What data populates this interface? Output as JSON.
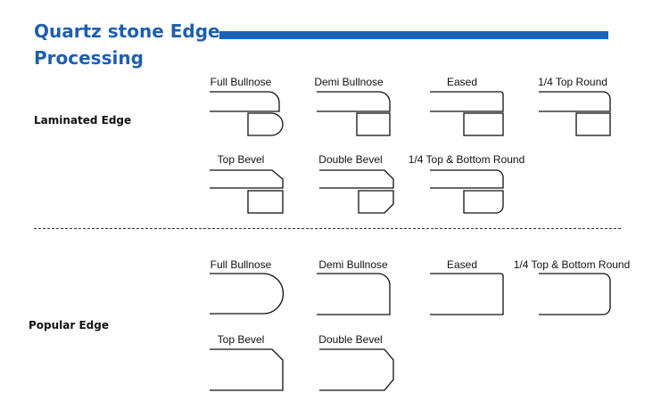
{
  "header": {
    "title_line1": "Quartz stone Edge",
    "title_line2": "Processing",
    "accent_color": "#1565c0",
    "title_color": "#1f5fae"
  },
  "laminated": {
    "label": "Laminated Edge",
    "profiles": [
      {
        "label": "Full Bullnose"
      },
      {
        "label": "Demi Bullnose"
      },
      {
        "label": "Eased"
      },
      {
        "label": "1/4 Top Round"
      },
      {
        "label": "Top Bevel"
      },
      {
        "label": "Double Bevel"
      },
      {
        "label": "1/4 Top & Bottom Round"
      }
    ]
  },
  "popular": {
    "label": "Popular Edge",
    "profiles": [
      {
        "label": "Full Bullnose"
      },
      {
        "label": "Demi Bullnose"
      },
      {
        "label": "Eased"
      },
      {
        "label": "1/4 Top & Bottom Round"
      },
      {
        "label": "Top Bevel"
      },
      {
        "label": "Double Bevel"
      }
    ]
  }
}
